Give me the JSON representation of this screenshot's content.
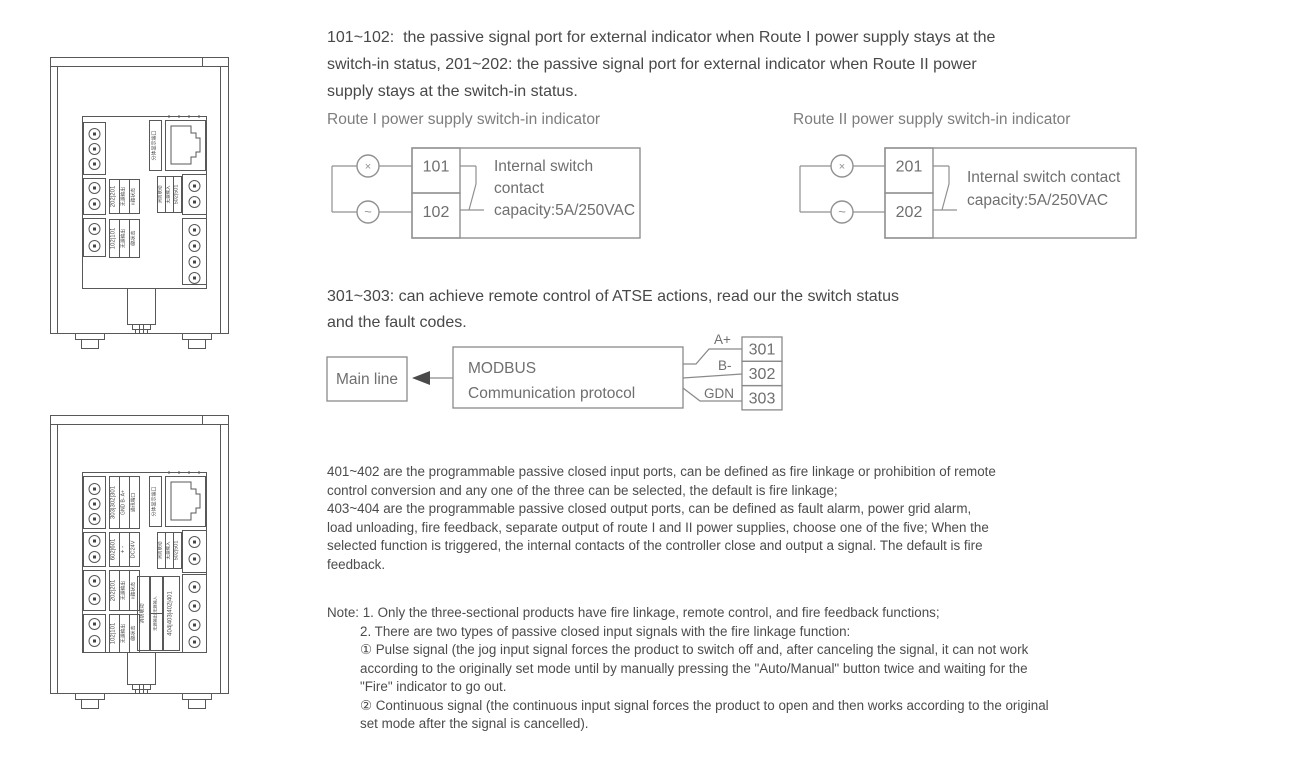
{
  "colors": {
    "background": "#ffffff",
    "body_text": "#484848",
    "small_text": "#4c4c4c",
    "heading_text": "#7d7d7d",
    "diagram_stroke": "#909090",
    "device_stroke": "#585858"
  },
  "intro": {
    "lines": [
      "101~102:  the passive signal port for external indicator when Route I power supply stays at the",
      "switch-in status, 201~202: the passive signal port for external indicator when Route II power",
      "supply stays at the switch-in status."
    ]
  },
  "indicators": {
    "route1": {
      "title": "Route I power supply switch-in indicator",
      "lamp_symbol": "×",
      "ac_symbol": "~",
      "port_top": "101",
      "port_bottom": "102",
      "note_lines": [
        "Internal switch",
        "contact",
        "capacity:5A/250VAC"
      ]
    },
    "route2": {
      "title": "Route II power supply switch-in indicator",
      "lamp_symbol": "×",
      "ac_symbol": "~",
      "port_top": "201",
      "port_bottom": "202",
      "note_lines": [
        "Internal switch contact",
        "capacity:5A/250VAC"
      ]
    }
  },
  "modbus": {
    "intro_lines": [
      "301~303: can achieve remote control of ATSE actions, read our the switch status",
      "and the fault codes."
    ],
    "main_line_label": "Main line",
    "protocol_line1": "MODBUS",
    "protocol_line2": "Communication protocol",
    "wires": [
      {
        "label": "A+",
        "port": "301"
      },
      {
        "label": "B-",
        "port": "302"
      },
      {
        "label": "GDN",
        "port": "303"
      }
    ]
  },
  "io_ports_paragraph": {
    "lines": [
      "401~402 are the programmable passive closed input ports, can be defined as fire linkage or prohibition of remote",
      "control conversion and any one of the three can be selected, the default is fire linkage;",
      "403~404 are the programmable passive closed output ports, can be defined as fault alarm, power grid alarm,",
      "load unloading, fire feedback, separate output of route I and II power supplies, choose one of the five; When the",
      "selected function is triggered, the internal contacts of the controller close and output a signal. The default is fire",
      "feedback."
    ]
  },
  "note": {
    "lines": [
      "Note: 1. Only the three-sectional products have fire linkage, remote control, and fire feedback functions;",
      "2. There are two types of passive closed input signals with the fire linkage function:",
      "① Pulse signal (the jog input signal forces the product to switch off and, after canceling the signal, it can not work",
      "according to the originally set mode until by manually pressing the \"Auto/Manual\" button twice and waiting for the",
      "\"Fire\" indicator to go out.",
      "② Continuous signal (the continuous input signal forces the product to open and then works according to the original",
      "set mode after the signal is cancelled)."
    ]
  },
  "left_devices": {
    "top": {
      "display_port_label": "分体显示端口",
      "row_202": [
        "202|201",
        "无源输出",
        "II路状态"
      ],
      "row_102": [
        "102|101",
        "无源输出",
        "I路状态"
      ],
      "row_502": [
        "消防联动",
        "无源输入",
        "502|501"
      ]
    },
    "bottom": {
      "display_port_label": "分体显示端口",
      "row_303": [
        "303|302|301",
        "GND B- A+",
        "通讯端口"
      ],
      "row_602": [
        "602|601",
        "+ -",
        "DC24V"
      ],
      "row_202": [
        "202|201",
        "无源输出",
        "II路状态"
      ],
      "row_102": [
        "102|101",
        "无源输出",
        "I路状态"
      ],
      "row_502": [
        "消防联动",
        "无源输入",
        "502|501"
      ],
      "row_404": [
        "消防联动",
        "无源输出 无源输入",
        "404|403|402|401"
      ]
    }
  }
}
